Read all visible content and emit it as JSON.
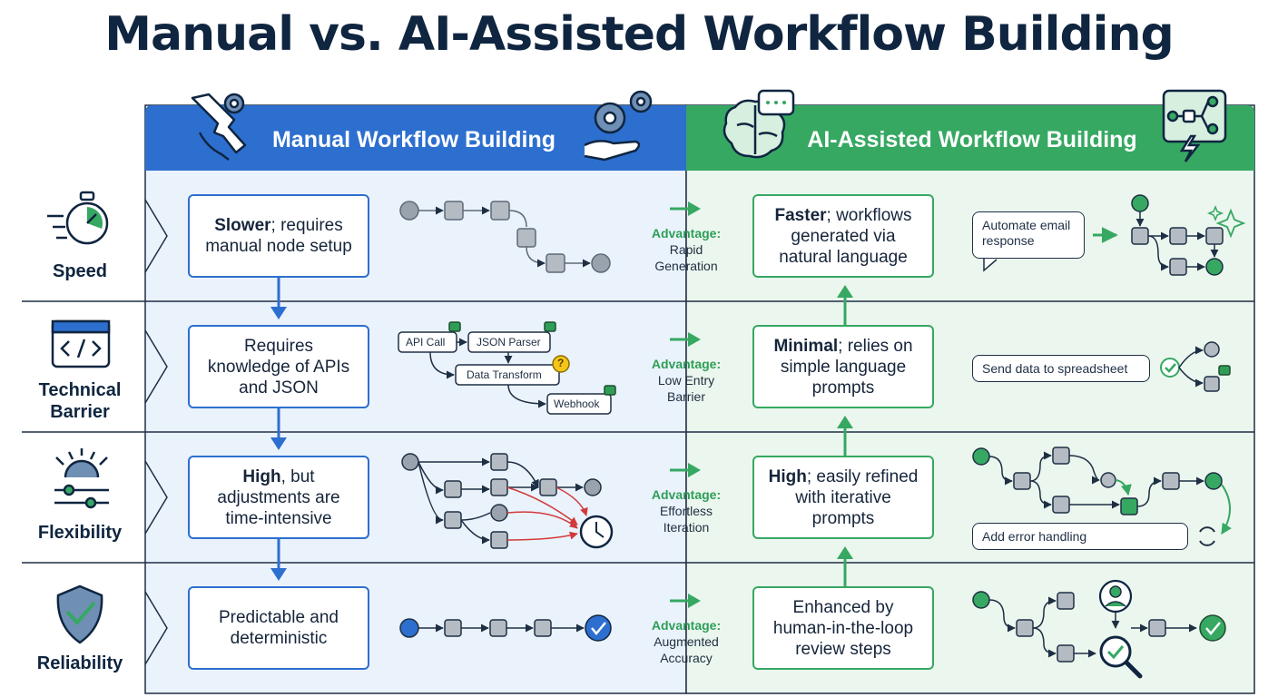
{
  "title": "Manual vs. AI-Assisted Workflow Building",
  "columns": {
    "manual": "Manual Workflow Building",
    "ai": "AI-Assisted Workflow Building"
  },
  "categories": [
    {
      "label": "Speed",
      "icon": "stopwatch-icon"
    },
    {
      "label": "Technical Barrier",
      "icon": "code-window-icon"
    },
    {
      "label": "Flexibility",
      "icon": "gear-slider-icon"
    },
    {
      "label": "Reliability",
      "icon": "shield-check-icon"
    }
  ],
  "manual_boxes": [
    {
      "bold": "Slower",
      "rest": "; requires manual node setup"
    },
    {
      "bold": "",
      "rest": "Requires knowledge of APIs and JSON"
    },
    {
      "bold": "High",
      "rest": ", but adjustments are time-intensive"
    },
    {
      "bold": "",
      "rest": "Predictable and deterministic"
    }
  ],
  "ai_boxes": [
    {
      "bold": "Faster",
      "rest": "; workflows generated via natural language"
    },
    {
      "bold": "Minimal",
      "rest": "; relies on simple language prompts"
    },
    {
      "bold": "High",
      "rest": "; easily refined with iterative prompts"
    },
    {
      "bold": "",
      "rest": "Enhanced by human-in-the-loop review steps"
    }
  ],
  "advantages": [
    {
      "label": "Advantage:",
      "text": "Rapid Generation"
    },
    {
      "label": "Advantage:",
      "text": "Low Entry Barrier"
    },
    {
      "label": "Advantage:",
      "text": "Effortless Iteration"
    },
    {
      "label": "Advantage:",
      "text": "Augmented Accuracy"
    }
  ],
  "tech_nodes": [
    "API Call",
    "JSON Parser",
    "Data Transform",
    "Webhook"
  ],
  "prompts": {
    "speed": "Automate email response",
    "barrier": "Send data to spreadsheet",
    "flex": "Add error handling"
  },
  "colors": {
    "manual_blue": "#2d6fcf",
    "manual_bg": "#eaf2fc",
    "ai_green": "#36a862",
    "ai_bg": "#ebf6ee",
    "navy": "#0f2540",
    "error_red": "#d23a3a"
  }
}
